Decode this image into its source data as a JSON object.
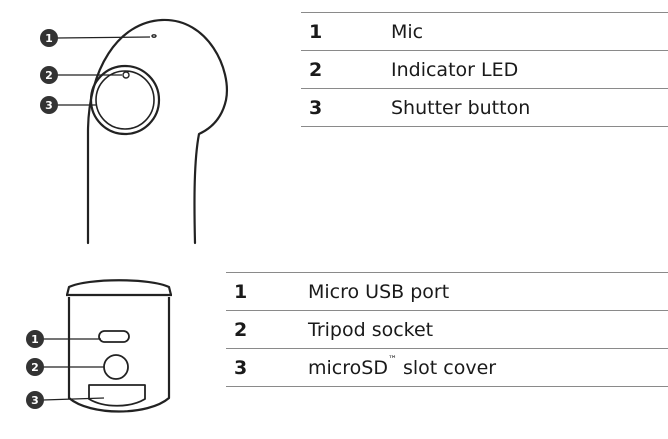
{
  "top_view": {
    "callouts": [
      {
        "num": "1",
        "label": "Mic"
      },
      {
        "num": "2",
        "label": "Indicator LED"
      },
      {
        "num": "3",
        "label": "Shutter button"
      }
    ]
  },
  "bottom_view": {
    "callouts": [
      {
        "num": "1",
        "label": "Micro USB port"
      },
      {
        "num": "2",
        "label": "Tripod socket"
      },
      {
        "num": "3",
        "label": "microSD",
        "label_suffix": "slot cover",
        "trademark": "™"
      }
    ]
  }
}
